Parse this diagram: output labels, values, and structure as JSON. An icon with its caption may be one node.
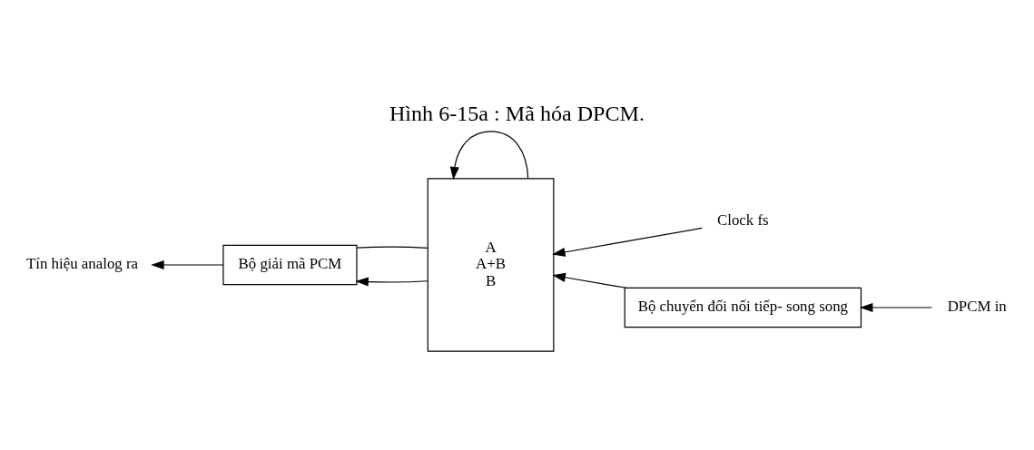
{
  "diagram": {
    "title": "Hình 6-15a : Mã hóa DPCM.",
    "nodes": [
      {
        "text": [
          "Bộ chuyển đổi nối tiếp- song song"
        ]
      },
      {
        "text": [
          "A",
          "A+B",
          "B"
        ]
      },
      {
        "text": [
          "Bộ giải mã PCM"
        ]
      },
      {
        "text": [
          "DPCM in"
        ]
      },
      {
        "text": [
          "Tín hiệu analog ra"
        ]
      },
      {
        "text": [
          "Clock fs"
        ]
      }
    ],
    "edges": [
      {
        "from": 3,
        "to": 0,
        "arrow": "to"
      },
      {
        "from": 0,
        "to": 1,
        "arrow": "to"
      },
      {
        "from": 1,
        "to": 2,
        "arrow": "to"
      },
      {
        "from": 2,
        "to": 4,
        "arrow": "to"
      },
      {
        "from": 5,
        "to": 1,
        "arrow": "to"
      },
      {
        "from": 1,
        "to": 2,
        "arrow": "none"
      },
      {
        "from": 1,
        "to": 1,
        "arrow": "to"
      }
    ]
  }
}
